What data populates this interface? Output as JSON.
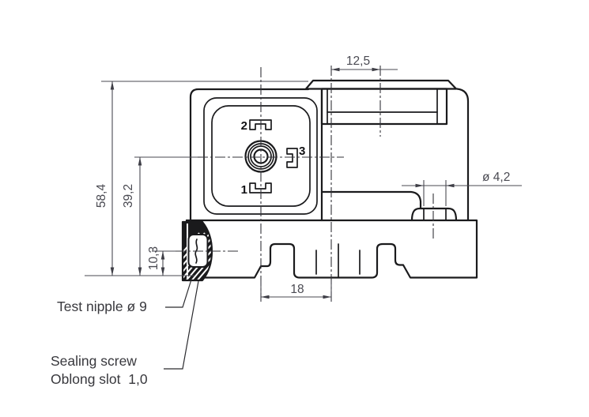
{
  "drawing": {
    "type": "technical-dimension-drawing",
    "subject": "valve-connector-side-view",
    "dimensions": {
      "top_width": "12,5",
      "overall_height": "58,4",
      "axis_height": "39,2",
      "nipple_axis_height": "10,3",
      "slot_spacing": "18",
      "hole_diameter": "ø 4,2"
    },
    "pins": {
      "pin1": "1",
      "pin2": "2",
      "pin3": "3"
    },
    "annotations": {
      "test_nipple": "Test nipple ø 9",
      "sealing_screw_line1": "Sealing screw",
      "sealing_screw_line2": "Oblong slot  1,0"
    },
    "colors": {
      "outline": "#1a1a1c",
      "dimension": "#4a4a52",
      "background": "#ffffff"
    }
  }
}
